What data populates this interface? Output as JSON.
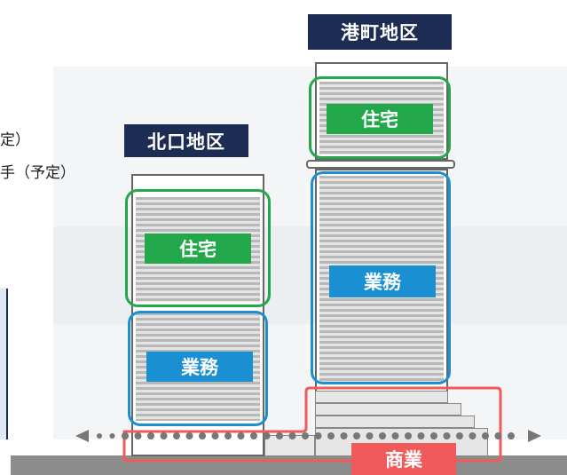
{
  "left_text": {
    "line1": "定）",
    "line2": "手（予定）"
  },
  "districts": {
    "kitaguchi": {
      "title": "北口地区",
      "residential_label": "住宅",
      "business_label": "業務"
    },
    "minatomachi": {
      "title": "港町地区",
      "residential_label": "住宅",
      "business_label": "業務"
    }
  },
  "commercial_label": "商業",
  "colors": {
    "navy": "#1d2c52",
    "residential_green": "#22a84a",
    "business_blue": "#1a8fd2",
    "commercial_red": "#f05a5a",
    "ground": "#8c8c8c"
  }
}
